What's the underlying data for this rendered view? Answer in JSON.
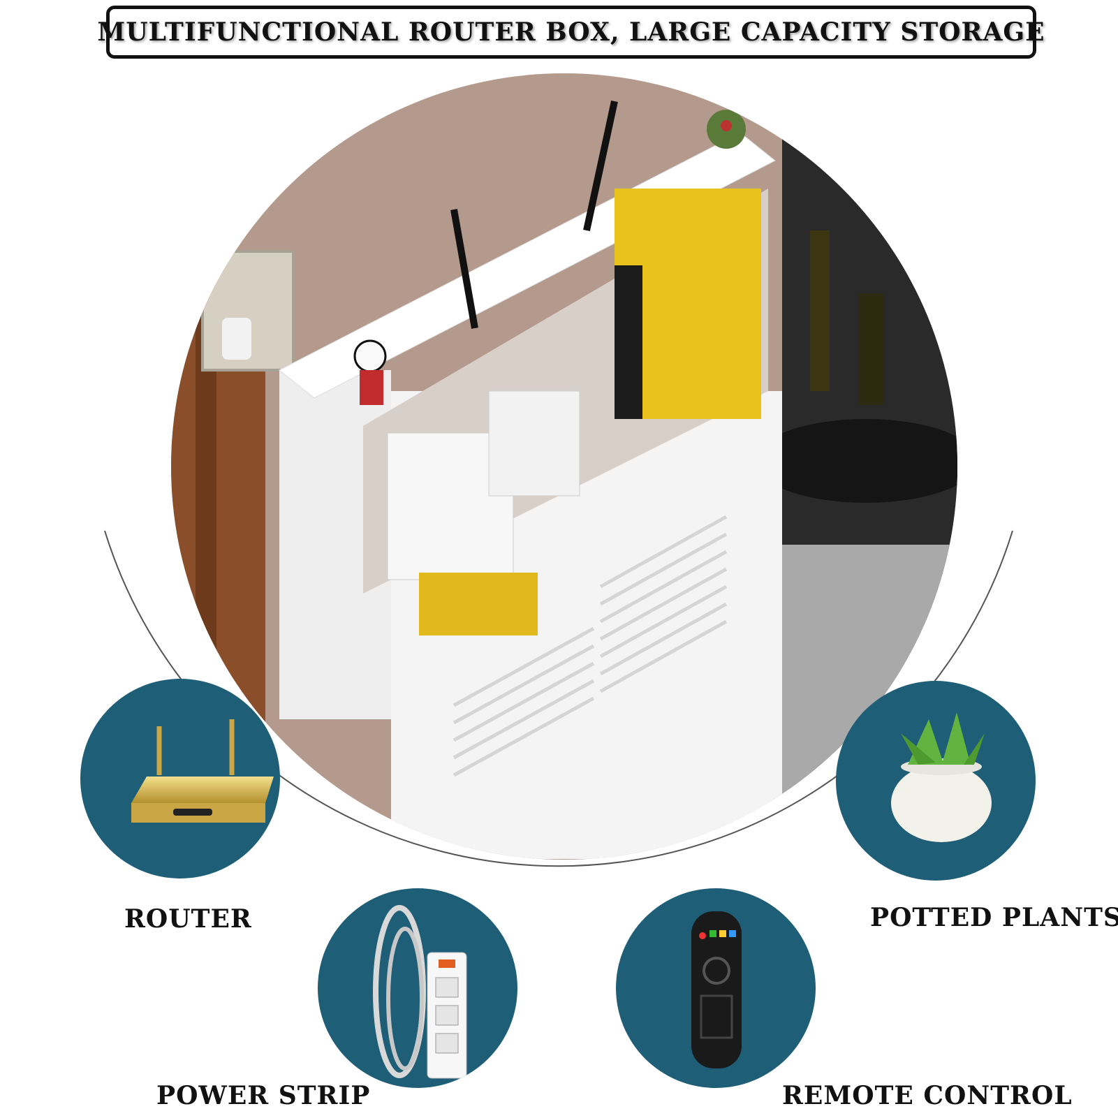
{
  "title": "MULTIFUNCTIONAL ROUTER BOX, LARGE CAPACITY STORAGE",
  "items": {
    "router": "ROUTER",
    "power_strip": "POWER STRIP",
    "remote_control": "REMOTE CONTROL",
    "potted_plants": "POTTED PLANTS"
  },
  "colors": {
    "badge_bg": "#1f5e77",
    "wall": "#b49a8c",
    "cabinet": "#f4f4f4",
    "router_yellow": "#e9c21c"
  }
}
